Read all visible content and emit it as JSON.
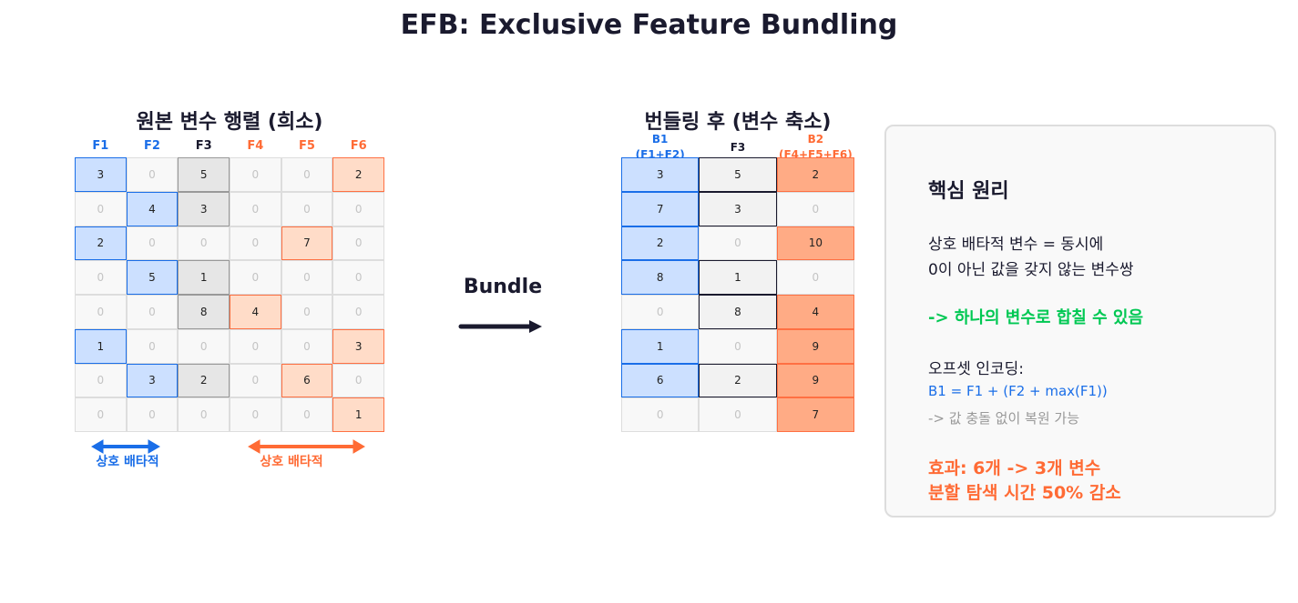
{
  "title": "EFB: Exclusive Feature Bundling",
  "left": {
    "subtitle": "원본 변수 행렬 (희소)",
    "headers": [
      "F1",
      "F2",
      "F3",
      "F4",
      "F5",
      "F6"
    ],
    "header_groups": [
      "blue",
      "blue",
      "gray",
      "orange",
      "orange",
      "orange"
    ],
    "rows": [
      [
        3,
        0,
        5,
        0,
        0,
        2
      ],
      [
        0,
        4,
        3,
        0,
        0,
        0
      ],
      [
        2,
        0,
        0,
        0,
        7,
        0
      ],
      [
        0,
        5,
        1,
        0,
        0,
        0
      ],
      [
        0,
        0,
        8,
        4,
        0,
        0
      ],
      [
        1,
        0,
        0,
        0,
        0,
        3
      ],
      [
        0,
        3,
        2,
        0,
        6,
        0
      ],
      [
        0,
        0,
        0,
        0,
        0,
        1
      ]
    ],
    "exclusive_label_blue": "상호 배타적",
    "exclusive_label_orange": "상호 배타적"
  },
  "arrow_label": "Bundle",
  "right": {
    "subtitle": "번들링 후 (변수 축소)",
    "headers": [
      {
        "name": "B1",
        "sub": "(F1+F2)"
      },
      {
        "name": "F3",
        "sub": ""
      },
      {
        "name": "B2",
        "sub": "(F4+F5+F6)"
      }
    ],
    "header_groups": [
      "blue",
      "gray2",
      "orange2"
    ],
    "rows": [
      [
        3,
        5,
        2
      ],
      [
        7,
        3,
        0
      ],
      [
        2,
        0,
        10
      ],
      [
        8,
        1,
        0
      ],
      [
        0,
        8,
        4
      ],
      [
        1,
        0,
        9
      ],
      [
        6,
        2,
        9
      ],
      [
        0,
        0,
        7
      ]
    ]
  },
  "info": {
    "heading": "핵심 원리",
    "line1": "상호 배타적 변수 = 동시에",
    "line2": "0이 아닌 값을 갖지 않는 변수쌍",
    "line3": "-> 하나의 변수로 합칠 수 있음",
    "line4": "오프셋 인코딩:",
    "line5": "B1 = F1 + (F2 + max(F1))",
    "line6": "-> 값 충돌 없이 복원 가능",
    "line7": "효과: 6개 -> 3개 변수",
    "line8": "분할 탐색 시간 50% 감소"
  },
  "colors": {
    "blue": "#1a6ee8",
    "orange": "#ff6b35",
    "green": "#00c853",
    "dark": "#1a1a2e",
    "gray": "#999999"
  }
}
